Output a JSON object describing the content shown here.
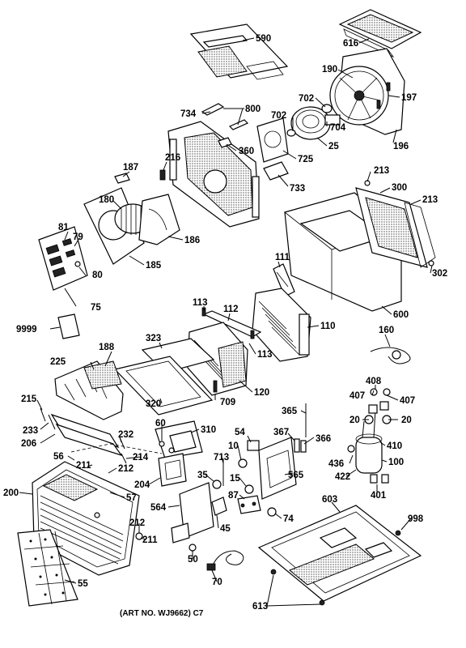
{
  "caption": "(ART NO. WJ9662) C7",
  "part_labels": {
    "p590": "590",
    "p616": "616",
    "p190": "190",
    "p197": "197",
    "p702a": "702",
    "p702b": "702",
    "p704": "704",
    "p734": "734",
    "p800": "800",
    "p360": "360",
    "p725": "725",
    "p25": "25",
    "p196": "196",
    "p733": "733",
    "p187": "187",
    "p216": "216",
    "p213a": "213",
    "p300": "300",
    "p213b": "213",
    "p180": "180",
    "p186": "186",
    "p81": "81",
    "p79": "79",
    "p185": "185",
    "p80": "80",
    "p111": "111",
    "p302": "302",
    "p75": "75",
    "p600": "600",
    "p113a": "113",
    "p112": "112",
    "p110": "110",
    "p9999": "9999",
    "p160": "160",
    "p323": "323",
    "p113b": "113",
    "p225": "225",
    "p188": "188",
    "p120": "120",
    "p408": "408",
    "p320": "320",
    "p709": "709",
    "p407a": "407",
    "p407b": "407",
    "p215": "215",
    "p365": "365",
    "p20a": "20",
    "p20b": "20",
    "p60": "60",
    "p310": "310",
    "p54": "54",
    "p367": "367",
    "p366": "366",
    "p233": "233",
    "p232": "232",
    "p10": "10",
    "p410": "410",
    "p206": "206",
    "p214": "214",
    "p436": "436",
    "p100": "100",
    "p56": "56",
    "p211a": "211",
    "p212a": "212",
    "p713": "713",
    "p422": "422",
    "p204": "204",
    "p35": "35",
    "p15": "15",
    "p565": "565",
    "p200": "200",
    "p57": "57",
    "p87": "87",
    "p401": "401",
    "p603": "603",
    "p564": "564",
    "p998": "998",
    "p74": "74",
    "p212b": "212",
    "p45": "45",
    "p211b": "211",
    "p50": "50",
    "p55": "55",
    "p70": "70",
    "p613": "613"
  }
}
